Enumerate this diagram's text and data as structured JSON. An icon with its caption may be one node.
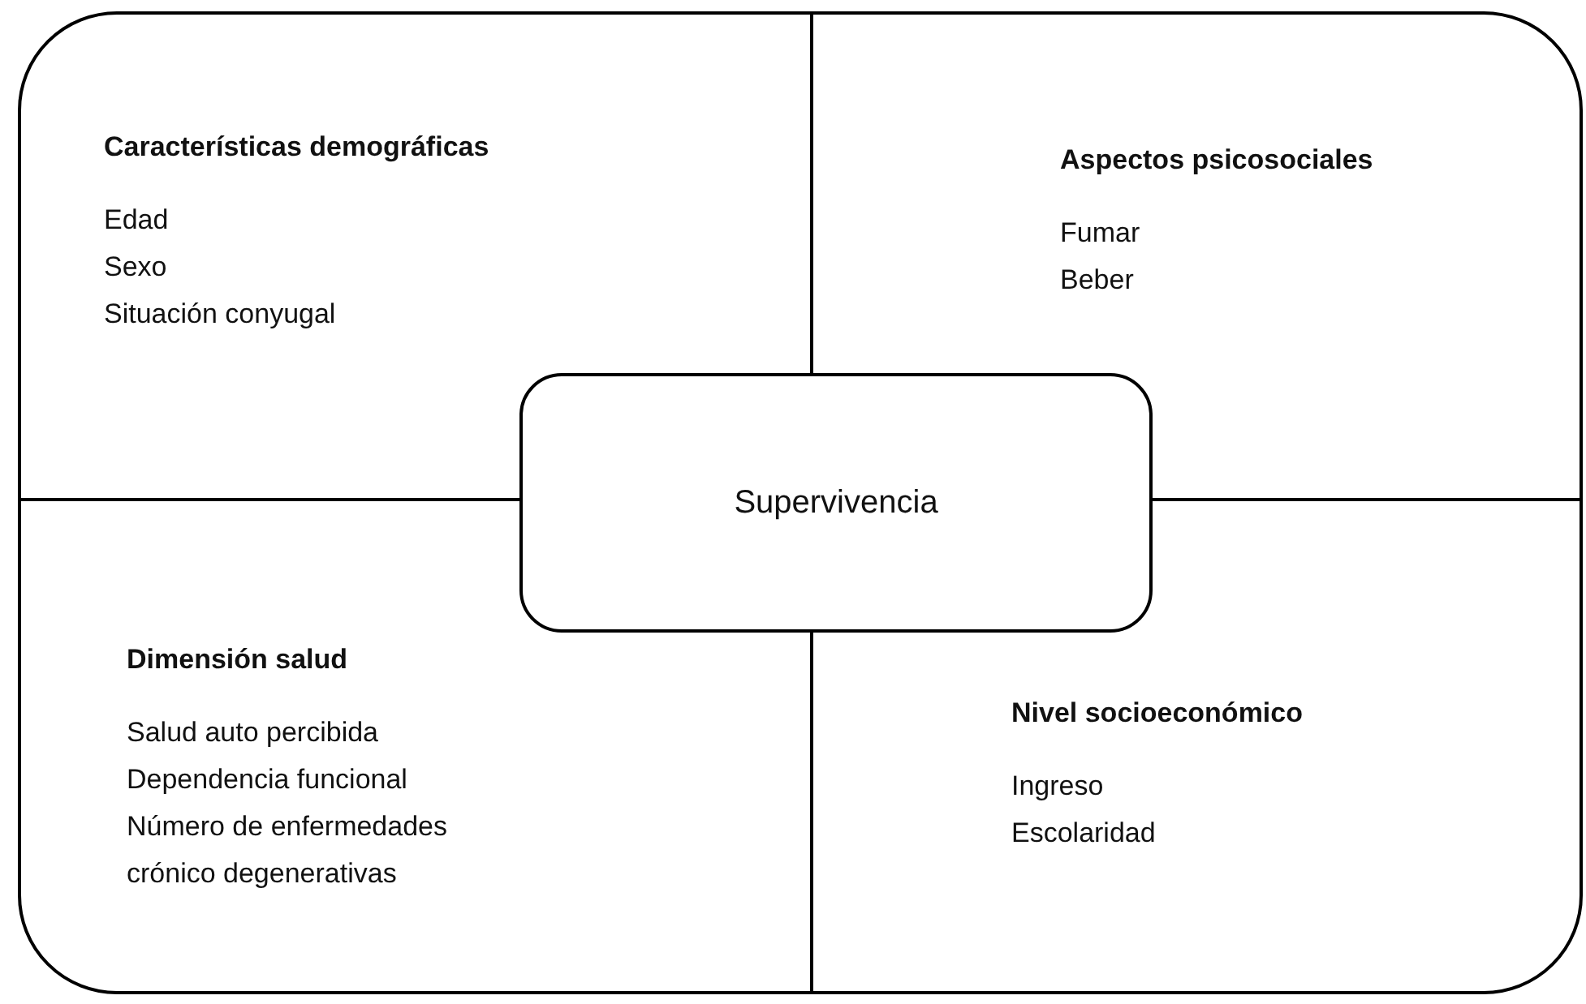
{
  "diagram": {
    "nodes": [
      {
        "text": [
          "Características demográficas",
          "Edad",
          "Sexo",
          "Situación conyugal"
        ]
      },
      {
        "text": [
          "Aspectos psicosociales",
          "Fumar",
          "Beber"
        ]
      },
      {
        "text": [
          "Supervivencia"
        ]
      },
      {
        "text": [
          "Dimensión salud",
          "Salud auto percibida",
          "Dependencia funcional",
          "Número de enfermedades crónico degenerativas"
        ]
      },
      {
        "text": [
          "Nivel socioeconómico",
          "Ingreso",
          "Escolaridad"
        ]
      }
    ],
    "edges": []
  }
}
